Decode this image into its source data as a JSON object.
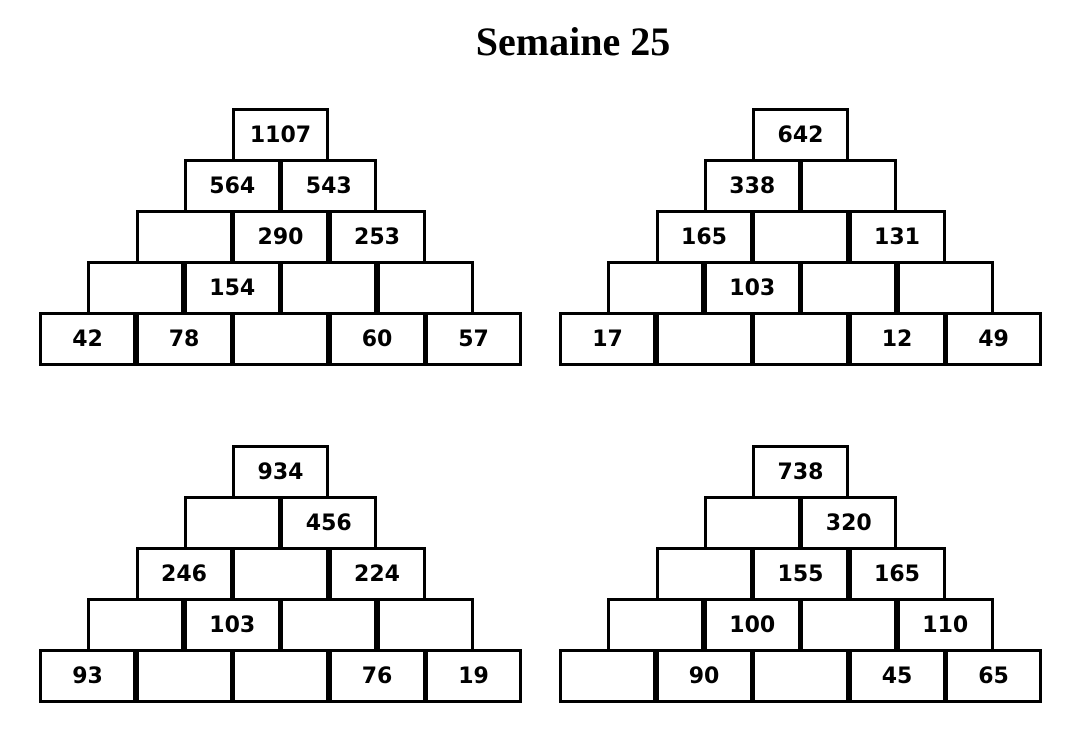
{
  "title": "Semaine 25",
  "pyramids": [
    {
      "rows": [
        [
          "1107"
        ],
        [
          "564",
          "543"
        ],
        [
          "",
          "290",
          "253"
        ],
        [
          "",
          "154",
          "",
          ""
        ],
        [
          "42",
          "78",
          "",
          "60",
          "57"
        ]
      ]
    },
    {
      "rows": [
        [
          "642"
        ],
        [
          "338",
          ""
        ],
        [
          "165",
          "",
          "131"
        ],
        [
          "",
          "103",
          "",
          ""
        ],
        [
          "17",
          "",
          "",
          "12",
          "49"
        ]
      ]
    },
    {
      "rows": [
        [
          "934"
        ],
        [
          "",
          "456"
        ],
        [
          "246",
          "",
          "224"
        ],
        [
          "",
          "103",
          "",
          ""
        ],
        [
          "93",
          "",
          "",
          "76",
          "19"
        ]
      ]
    },
    {
      "rows": [
        [
          "738"
        ],
        [
          "",
          "320"
        ],
        [
          "",
          "155",
          "165"
        ],
        [
          "",
          "100",
          "",
          "110"
        ],
        [
          "",
          "90",
          "",
          "45",
          "65"
        ]
      ]
    }
  ]
}
